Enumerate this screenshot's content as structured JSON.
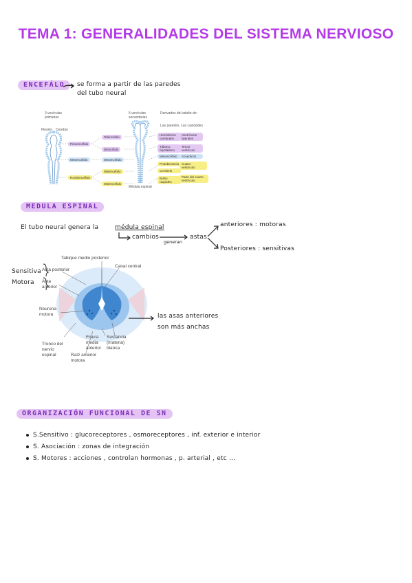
{
  "title": "TEMA 1: GENERALIDADES DEL SISTEMA NERVIOSO",
  "encefalo": {
    "heading": "ENCEFÁLO",
    "note_line1": "se forma a partir de las paredes",
    "note_line2": "del tubo neural"
  },
  "diagram1": {
    "col1_header": "3 vesículas primarias",
    "col2_header": "5 vesículas secundarias",
    "col3_header": "Derivados del adulto de:",
    "col3_sub1": "Las paredes",
    "col3_sub2": "Las cavidades",
    "label_flexion1": "Flexión",
    "label_flexion2": "Cerebro",
    "primary": [
      "Prosencéfalo",
      "Mesencéfalo",
      "Rombencéfalo"
    ],
    "secondary": [
      "Telencéfalo",
      "Diencéfalo",
      "Mesencéfalo",
      "Metencéfalo",
      "Mielencéfalo"
    ],
    "walls": [
      "Hemisferios cerebrales",
      "Tálamo, hipotálamo",
      "Mesencéfalo",
      "Protuberancia",
      "Cerebelo",
      "Bulbo raquídeo"
    ],
    "cavities": [
      "Ventrículos laterales",
      "Tercer ventrículo",
      "Acueducto",
      "Cuarto ventrículo",
      "Parte del cuarto ventrículo"
    ],
    "label_bottom": "Médula espinal"
  },
  "medula": {
    "heading": "MEDULA ESPINAL",
    "line1_a": "El tubo neural genera la",
    "line1_b": "médula espinal",
    "arrow_text": "cambios",
    "generan": "generan",
    "astas": "astas",
    "anteriores": "anteriores : motoras",
    "posteriores": "Posteriores : sensitivas"
  },
  "diagram2": {
    "labels": {
      "tabique": "Tabique medio posterior",
      "asta_posterior": "Asta posterior",
      "canal_central": "Canal central",
      "asta_anterior": "Asta anterior",
      "neurona_motora": "Neurona motora",
      "tronco": "Tronco del nervio espinal",
      "raiz": "Raíz anterior motora",
      "fisura": "Fisura media anterior",
      "sustancia": "Sustancia (materia) blanca"
    },
    "side_sensitiva": "Sensitiva",
    "side_motora": "Motora",
    "note_line1": "las asas anteriores",
    "note_line2": "son más anchas"
  },
  "organizacion": {
    "heading": "ORGANIZACIÓN FUNCIONAL DE SN",
    "items": [
      "S.Sensitivo : glucoreceptores , osmoreceptores , inf. exterior e interior",
      "S. Asociación : zonas de integración",
      "S. Motores : acciones , controlan hormonas , p. arterial , etc ..."
    ]
  },
  "colors": {
    "title": "#b43ae6",
    "highlight": "#e4c3f5",
    "blue_box": "#cfe3f7",
    "yellow_box": "#f7ef86"
  }
}
